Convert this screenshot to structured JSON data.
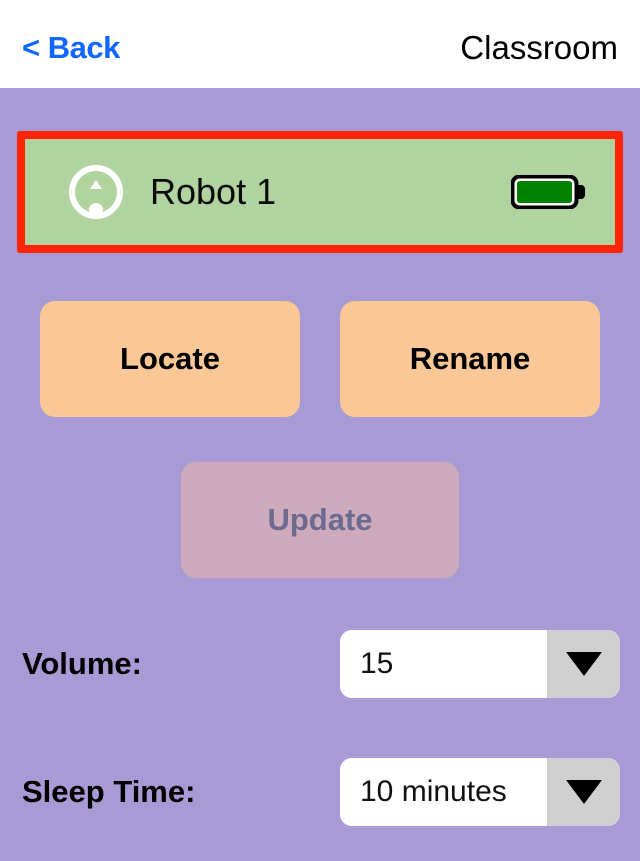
{
  "header": {
    "back_label": "< Back",
    "title": "Classroom"
  },
  "robot": {
    "name": "Robot 1",
    "icon": "robot-circle-icon",
    "battery_icon": "battery-full-icon",
    "battery_level_percent": 100,
    "selected": true,
    "card_color": "#b0d3a0",
    "selection_border_color": "#ff2400",
    "battery_fill_color": "#008000"
  },
  "actions": {
    "locate_label": "Locate",
    "rename_label": "Rename",
    "update_label": "Update",
    "update_enabled": false,
    "button_color": "#fac797",
    "disabled_button_color": "#cdabbd",
    "disabled_text_color": "#6d6a90"
  },
  "settings": [
    {
      "label": "Volume:",
      "value": "15",
      "caret_icon": "chevron-down-icon"
    },
    {
      "label": "Sleep Time:",
      "value": "10 minutes",
      "caret_icon": "chevron-down-icon"
    }
  ],
  "theme": {
    "background": "#a89ad4",
    "header_background": "#ffffff",
    "link_color": "#1166ff"
  }
}
